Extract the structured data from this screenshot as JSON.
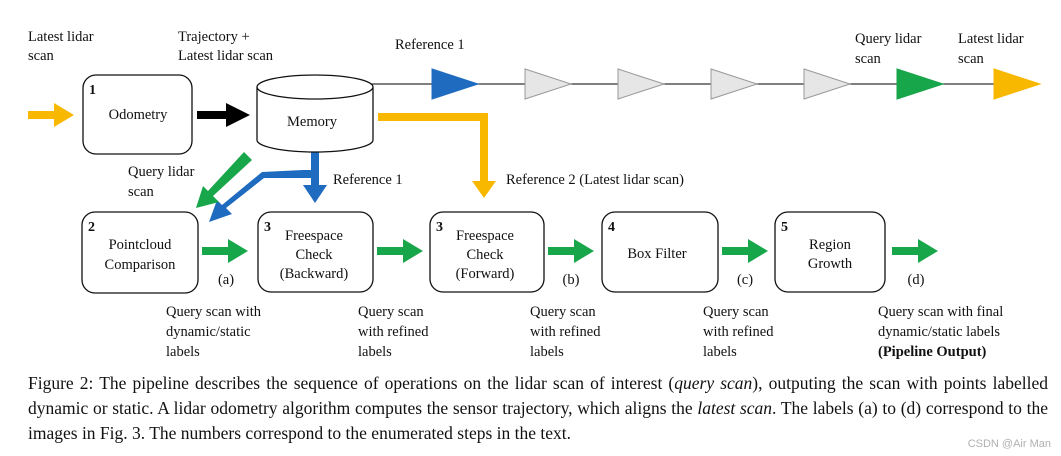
{
  "colors": {
    "orange": "#F9B800",
    "blue": "#1F6BC0",
    "green": "#18A64A",
    "gray": "#E6E6E6",
    "black": "#000000"
  },
  "top_labels": {
    "latest_scan_left": [
      "Latest lidar",
      "scan"
    ],
    "trajectory": [
      "Trajectory +",
      "Latest lidar scan"
    ],
    "reference1_timeline": "Reference 1",
    "query_scan_timeline": [
      "Query lidar",
      "scan"
    ],
    "latest_scan_right": [
      "Latest lidar",
      "scan"
    ]
  },
  "boxes": {
    "odometry": {
      "number": "1",
      "label": "Odometry"
    },
    "memory": {
      "label": "Memory"
    },
    "pointcloud": {
      "number": "2",
      "label": [
        "Pointcloud",
        "Comparison"
      ]
    },
    "freespace_backward": {
      "number": "3",
      "label": [
        "Freespace",
        "Check",
        "(Backward)"
      ]
    },
    "freespace_forward": {
      "number": "3",
      "label": [
        "Freespace",
        "Check",
        "(Forward)"
      ]
    },
    "box_filter": {
      "number": "4",
      "label": "Box Filter"
    },
    "region_growth": {
      "number": "5",
      "label": [
        "Region",
        "Growth"
      ]
    }
  },
  "mid_labels": {
    "query_scan": [
      "Query lidar",
      "scan"
    ],
    "reference1": "Reference 1",
    "reference2": "Reference 2 (Latest lidar scan)"
  },
  "stage_labels": [
    "(a)",
    "(b)",
    "(c)",
    "(d)"
  ],
  "bottom_labels": {
    "a": [
      "Query scan with",
      "dynamic/static",
      "labels"
    ],
    "b": [
      "Query scan",
      "with refined",
      "labels"
    ],
    "c": [
      "Query scan",
      "with refined",
      "labels"
    ],
    "d": [
      "Query scan",
      "with refined",
      "labels"
    ],
    "final": [
      "Query scan with final",
      "dynamic/static labels",
      "(Pipeline Output)"
    ]
  },
  "caption": {
    "p1": "Figure 2: The pipeline describes the sequence of operations on the lidar scan of interest (",
    "query_scan": "query scan",
    "p2": "), outputing the scan with points labelled dynamic or static. A lidar odometry algorithm computes the sensor trajectory, which aligns the ",
    "latest_scan": "latest scan",
    "p3": ". The labels (a) to (d) correspond to the images in Fig. 3. The numbers correspond to the enumerated steps in the text."
  },
  "watermark": "CSDN @Air Man"
}
